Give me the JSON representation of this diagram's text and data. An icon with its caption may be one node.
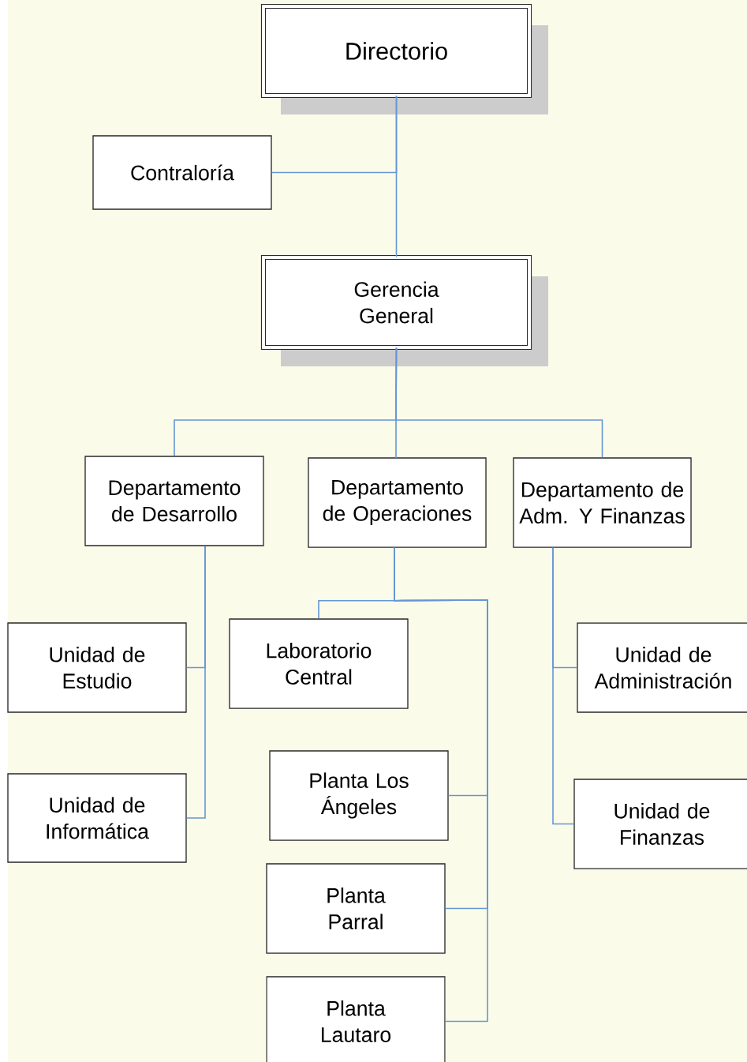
{
  "diagram": {
    "nodes": [
      {
        "text": [
          "Directorio"
        ]
      },
      {
        "text": [
          "Contraloría"
        ]
      },
      {
        "text": [
          "Gerencia General"
        ]
      },
      {
        "text": [
          "Departamento de Desarrollo"
        ]
      },
      {
        "text": [
          "Departamento de Operaciones"
        ]
      },
      {
        "text": [
          "Departamento de Adm. Y Finanzas"
        ]
      },
      {
        "text": [
          "Unidad de Estudio"
        ]
      },
      {
        "text": [
          "Unidad de Informática"
        ]
      },
      {
        "text": [
          "Laboratorio Central"
        ]
      },
      {
        "text": [
          "Planta Los Ángeles"
        ]
      },
      {
        "text": [
          "Planta Parral"
        ]
      },
      {
        "text": [
          "Planta Lautaro"
        ]
      },
      {
        "text": [
          "Unidad de Administración"
        ]
      },
      {
        "text": [
          "Unidad de Finanzas"
        ]
      }
    ],
    "edges": [
      {
        "from": 0,
        "to": 2,
        "arrow": "none"
      },
      {
        "from": 0,
        "to": 1,
        "arrow": "none"
      },
      {
        "from": 2,
        "to": 3,
        "arrow": "none"
      },
      {
        "from": 2,
        "to": 4,
        "arrow": "none"
      },
      {
        "from": 2,
        "to": 5,
        "arrow": "none"
      },
      {
        "from": 3,
        "to": 6,
        "arrow": "none"
      },
      {
        "from": 3,
        "to": 7,
        "arrow": "none"
      },
      {
        "from": 4,
        "to": 8,
        "arrow": "none"
      },
      {
        "from": 4,
        "to": 9,
        "arrow": "none"
      },
      {
        "from": 4,
        "to": 10,
        "arrow": "none"
      },
      {
        "from": 4,
        "to": 11,
        "arrow": "none"
      },
      {
        "from": 5,
        "to": 12,
        "arrow": "none"
      },
      {
        "from": 5,
        "to": 13,
        "arrow": "none"
      }
    ]
  }
}
